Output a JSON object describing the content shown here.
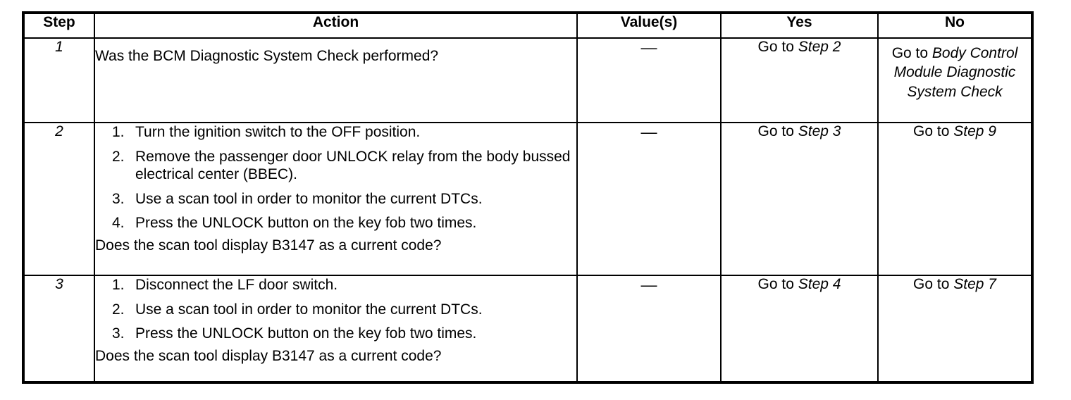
{
  "table": {
    "columns": [
      "Step",
      "Action",
      "Value(s)",
      "Yes",
      "No"
    ],
    "rows": [
      {
        "step": "1",
        "action": {
          "list": [],
          "question": "Was the BCM Diagnostic System Check performed?"
        },
        "value": "—",
        "yes": {
          "prefix": "Go to ",
          "target": "Step 2"
        },
        "no": {
          "prefix": "Go to ",
          "target": "Body Control Module Diagnostic System Check"
        }
      },
      {
        "step": "2",
        "action": {
          "list": [
            {
              "num": "1.",
              "text": "Turn the ignition switch to the OFF position."
            },
            {
              "num": "2.",
              "text": "Remove the passenger door UNLOCK relay from the body bussed electrical center (BBEC)."
            },
            {
              "num": "3.",
              "text": "Use a scan tool in order to monitor the current DTCs."
            },
            {
              "num": "4.",
              "text": "Press the UNLOCK button on the key fob two times."
            }
          ],
          "question": "Does the scan tool display B3147 as a current code?"
        },
        "value": "—",
        "yes": {
          "prefix": "Go to ",
          "target": "Step 3"
        },
        "no": {
          "prefix": "Go to ",
          "target": "Step 9"
        }
      },
      {
        "step": "3",
        "action": {
          "list": [
            {
              "num": "1.",
              "text": "Disconnect the LF door switch."
            },
            {
              "num": "2.",
              "text": "Use a scan tool in order to monitor the current DTCs."
            },
            {
              "num": "3.",
              "text": "Press the UNLOCK button on the key fob two times."
            }
          ],
          "question": "Does the scan tool display B3147 as a current code?"
        },
        "value": "—",
        "yes": {
          "prefix": "Go to ",
          "target": "Step 4"
        },
        "no": {
          "prefix": "Go to ",
          "target": "Step 7"
        }
      }
    ]
  },
  "colors": {
    "background": "#ffffff",
    "text": "#000000",
    "border": "#000000"
  }
}
